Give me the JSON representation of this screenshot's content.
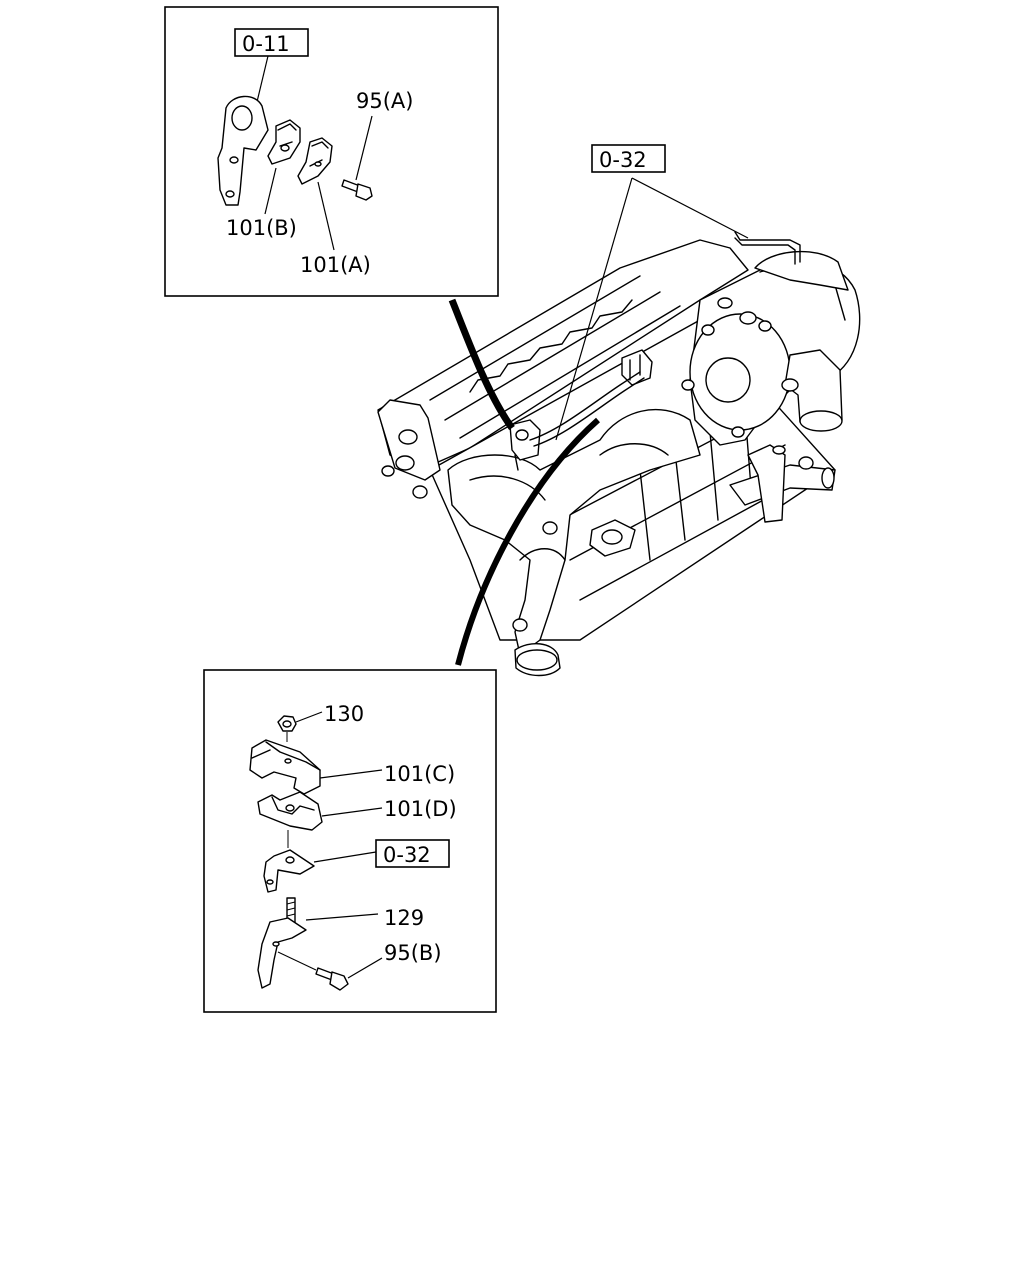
{
  "callouts": {
    "top": {
      "ref": "0-11",
      "bolt": "95(A)",
      "clamp_b": "101(B)",
      "clamp_a": "101(A)"
    },
    "engine": {
      "ref": "0-32"
    },
    "bottom": {
      "nut": "130",
      "clamp_c": "101(C)",
      "clamp_d": "101(D)",
      "ref": "0-32",
      "stud": "129",
      "bolt": "95(B)"
    }
  }
}
